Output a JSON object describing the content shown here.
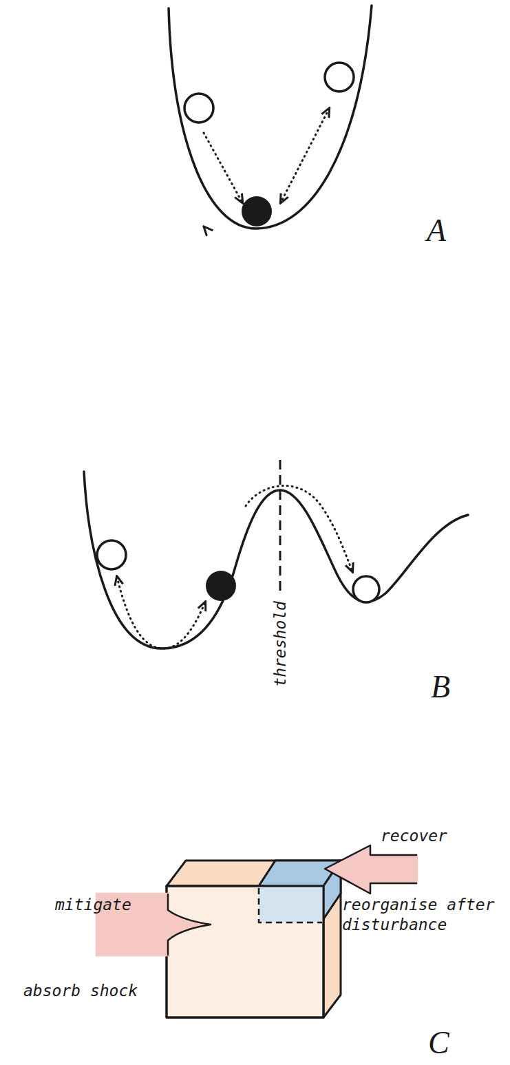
{
  "diagram": {
    "labels": [
      "A",
      "threshold",
      "B",
      "recover",
      "mitigate",
      "reorganise after disturbance",
      "absorb shock",
      "C"
    ]
  }
}
